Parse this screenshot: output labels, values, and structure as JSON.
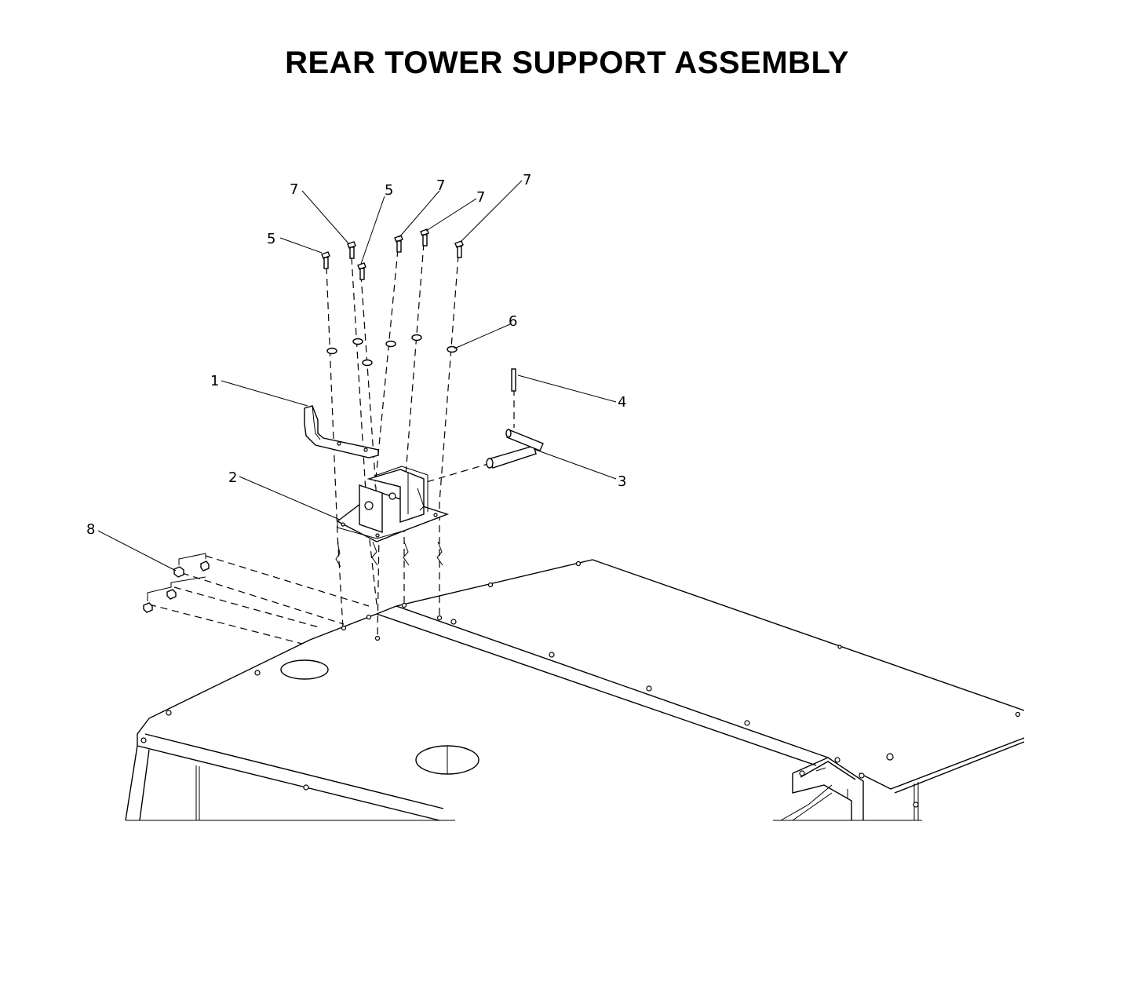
{
  "title": "REAR TOWER SUPPORT ASSEMBLY",
  "callouts": {
    "c1": "1",
    "c2": "2",
    "c3": "3",
    "c4": "4",
    "c5a": "5",
    "c5b": "5",
    "c6": "6",
    "c7a": "7",
    "c7b": "7",
    "c7c": "7",
    "c7d": "7",
    "c8": "8"
  }
}
